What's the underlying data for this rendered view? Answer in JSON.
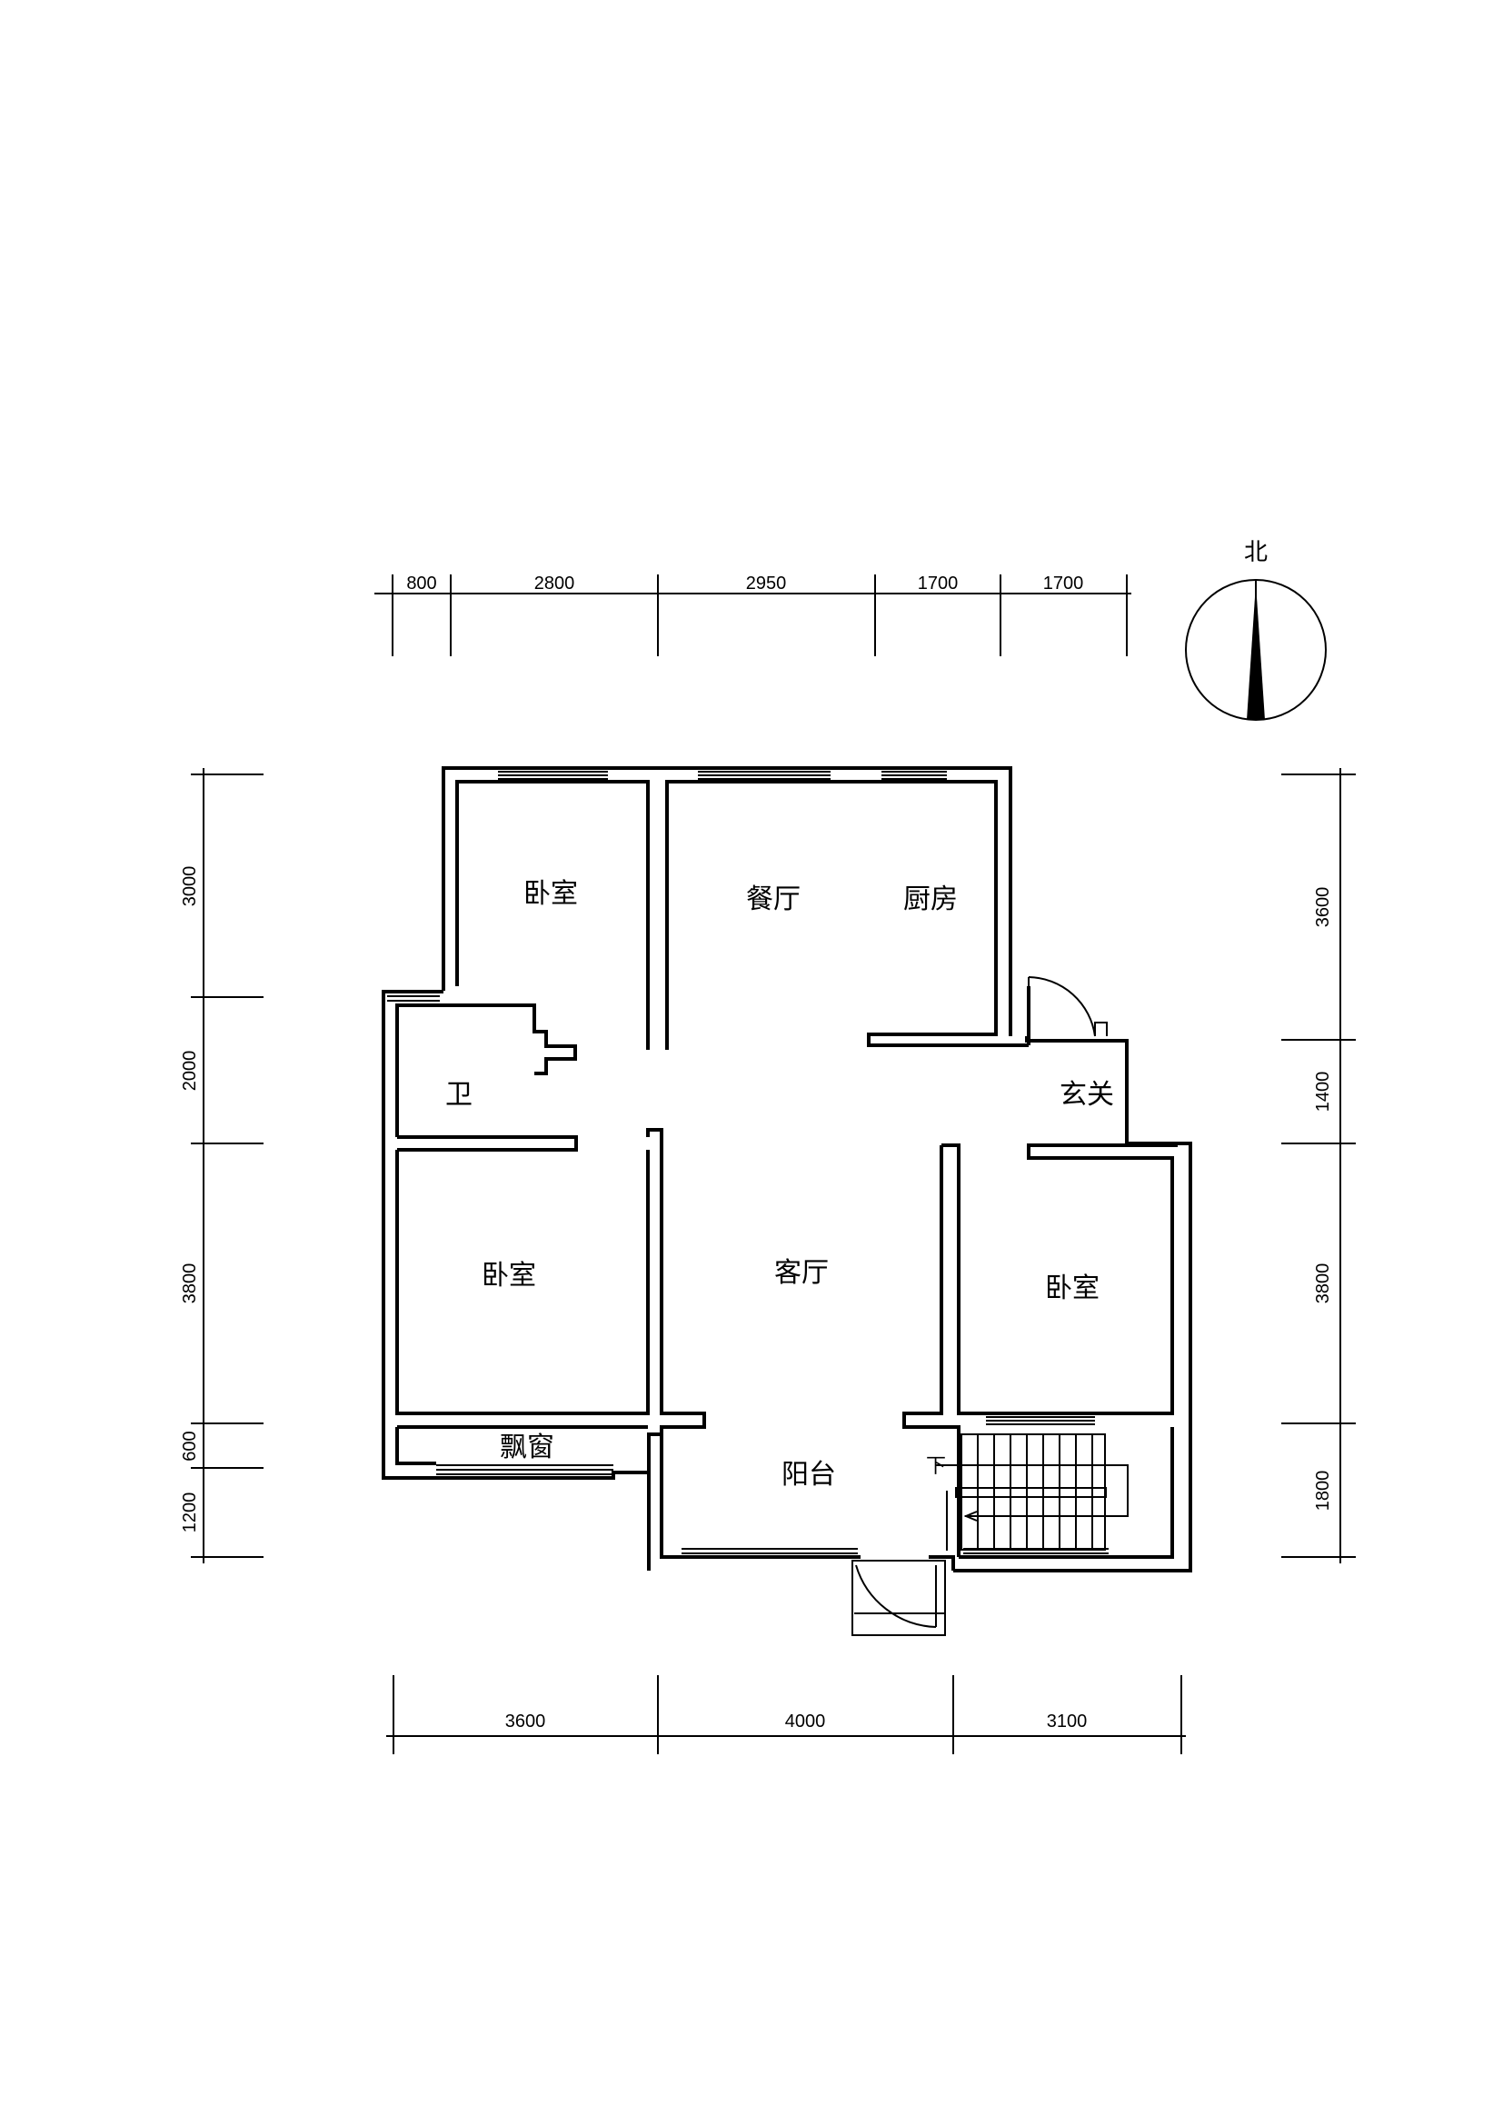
{
  "compass": {
    "label": "北"
  },
  "rooms": {
    "bedroom_north": "卧室",
    "dining": "餐厅",
    "kitchen": "厨房",
    "bathroom": "卫",
    "entrance": "玄关",
    "bedroom_west": "卧室",
    "living": "客厅",
    "bedroom_east": "卧室",
    "bay_window": "飘窗",
    "balcony": "阳台"
  },
  "stair": {
    "down_label": "下"
  },
  "dimensions": {
    "top": [
      "800",
      "2800",
      "2950",
      "1700",
      "1700"
    ],
    "bottom": [
      "3600",
      "4000",
      "3100"
    ],
    "left": [
      "3000",
      "2000",
      "3800",
      "600",
      "1200"
    ],
    "right": [
      "3600",
      "1400",
      "3800",
      "1800"
    ]
  }
}
